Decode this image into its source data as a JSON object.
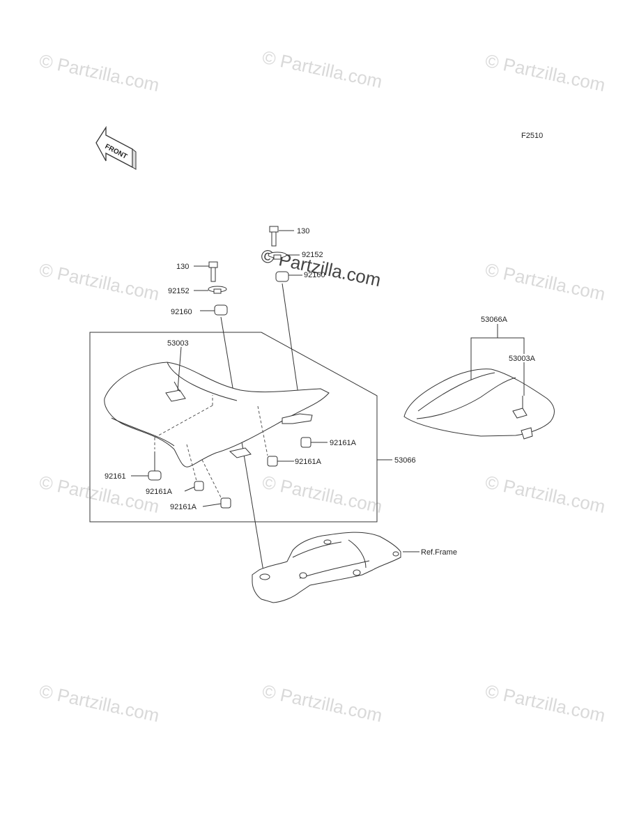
{
  "diagram_code": "F2510",
  "front_badge": "FRONT",
  "watermark": "© Partzilla.com",
  "watermark_center": "© Partzilla.com",
  "labels": {
    "bolt_130_left": "130",
    "washer_92152_left": "92152",
    "damper_92160_left": "92160",
    "bolt_130_right": "130",
    "washer_92152_right": "92152",
    "damper_92160_right": "92160",
    "seat_53003": "53003",
    "seat_assy_53066": "53066",
    "seat_assy_53066A": "53066A",
    "seat_53003A": "53003A",
    "damper_92161": "92161",
    "damper_92161A_1": "92161A",
    "damper_92161A_2": "92161A",
    "damper_92161A_3": "92161A",
    "damper_92161A_4": "92161A",
    "ref_frame": "Ref.Frame"
  }
}
